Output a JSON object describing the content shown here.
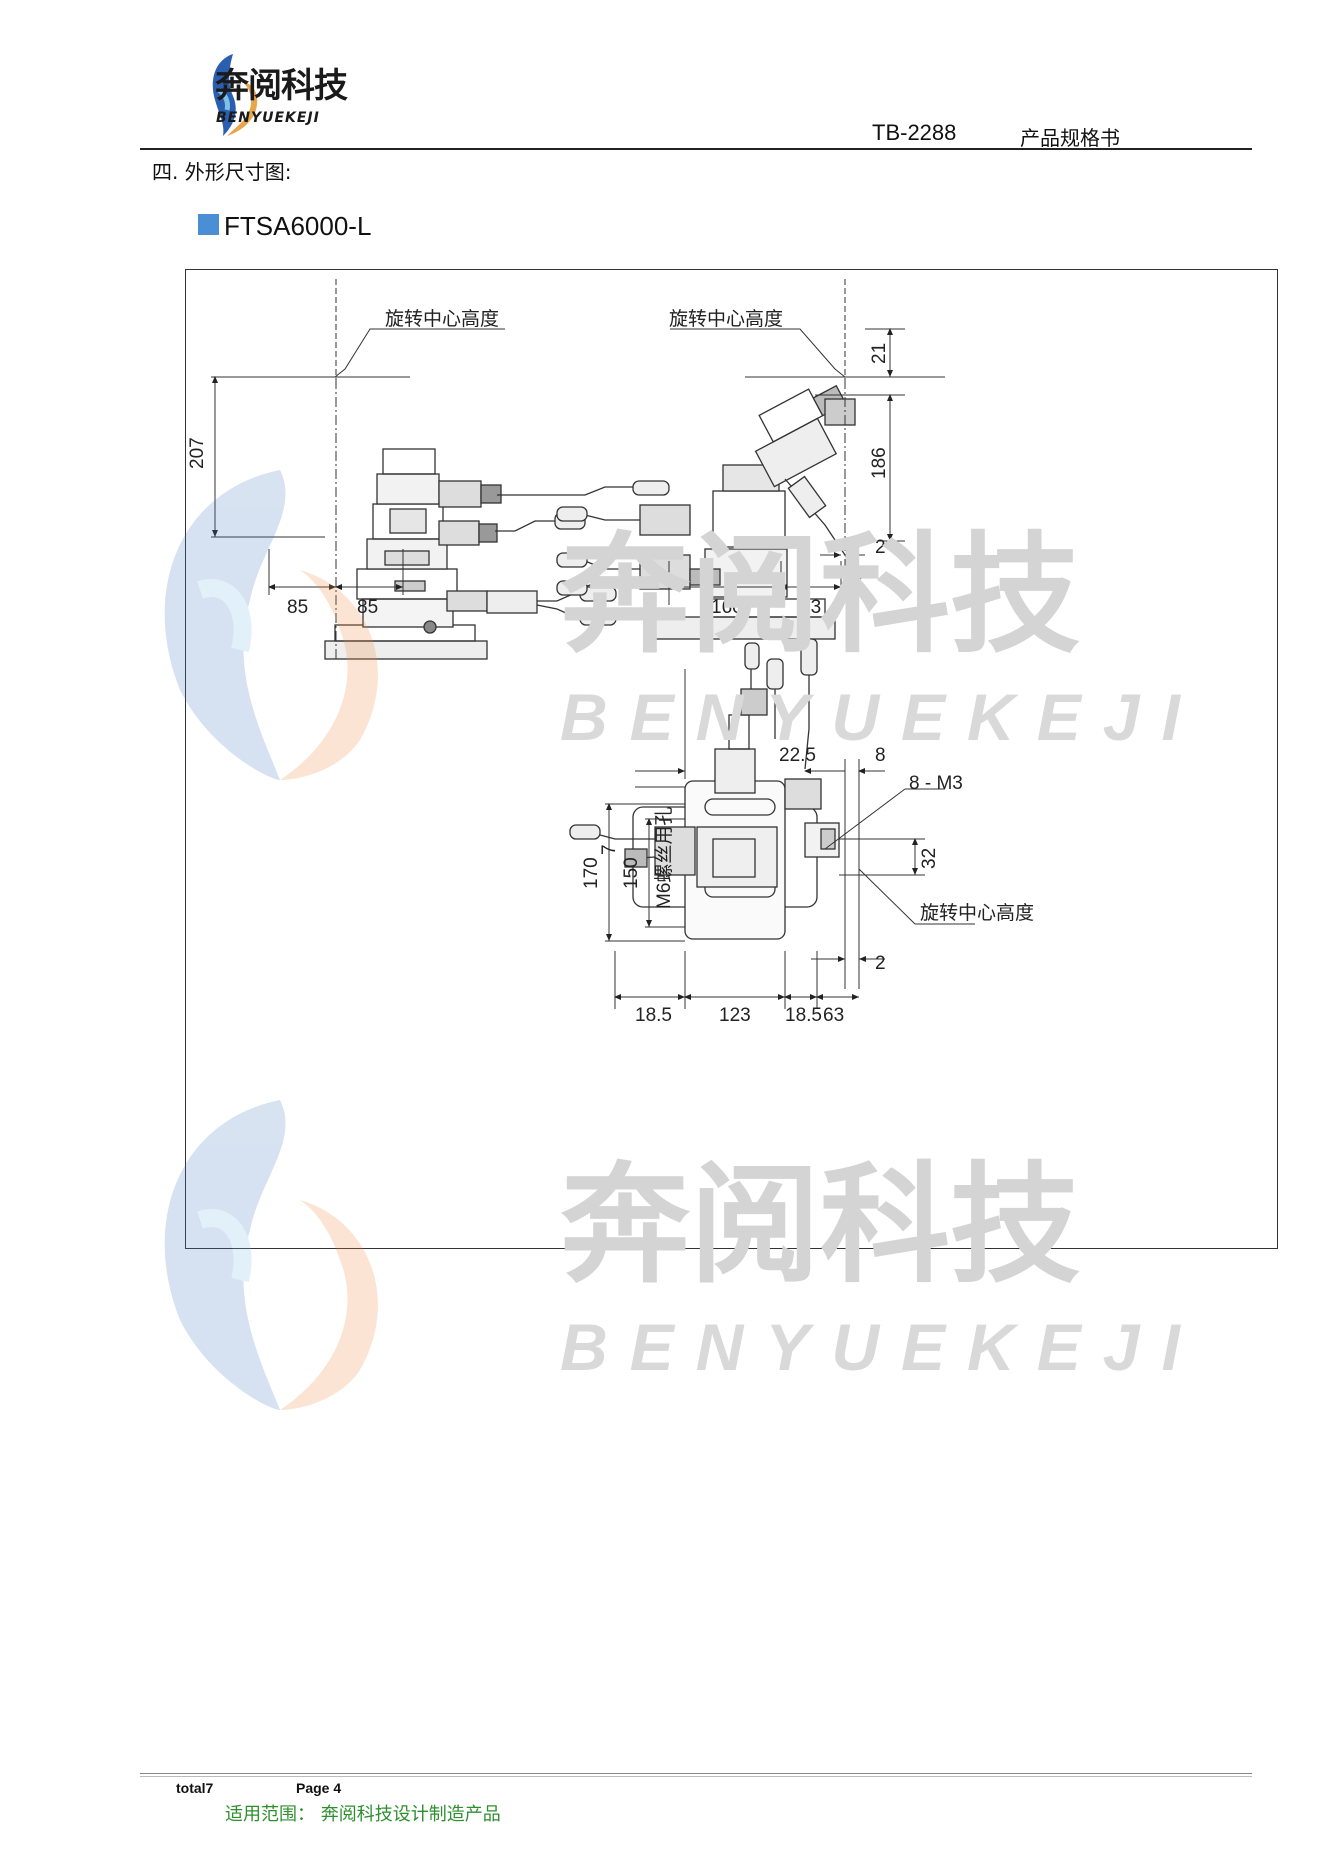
{
  "header": {
    "logo_cn": "奔阅科技",
    "logo_en": "BENYUEKEJI",
    "doc_code": "TB-2288",
    "doc_title": "产品规格书"
  },
  "section_title": "四. 外形尺寸图:",
  "product": {
    "name": "FTSA6000-L",
    "marker_color": "#4a8fd6"
  },
  "watermark": {
    "cn": "奔阅科技",
    "en": "BENYUEKEJI",
    "color": "#cccccc"
  },
  "drawing": {
    "label_rotation_center_height": "旋转中心高度",
    "label_screw_hole": "M6螺丝用孔",
    "label_m3": "8 - M3",
    "front_view": {
      "height_207": "207",
      "width_left_85": "85",
      "width_right_85": "85"
    },
    "side_view": {
      "dim_21": "21",
      "dim_186": "186",
      "dim_2": "2",
      "dim_160": "160",
      "dim_63": "63"
    },
    "top_view": {
      "dim_7": "7",
      "dim_22_5": "22.5",
      "dim_8": "8",
      "dim_170": "170",
      "dim_150": "150",
      "dim_32": "32",
      "dim_2": "2",
      "dim_18_5_left": "18.5",
      "dim_123": "123",
      "dim_18_5_right": "18.5",
      "dim_63": "63"
    }
  },
  "footer": {
    "total": "total7",
    "page": "Page 4",
    "scope": "适用范围：   奔阅科技设计制造产品"
  }
}
